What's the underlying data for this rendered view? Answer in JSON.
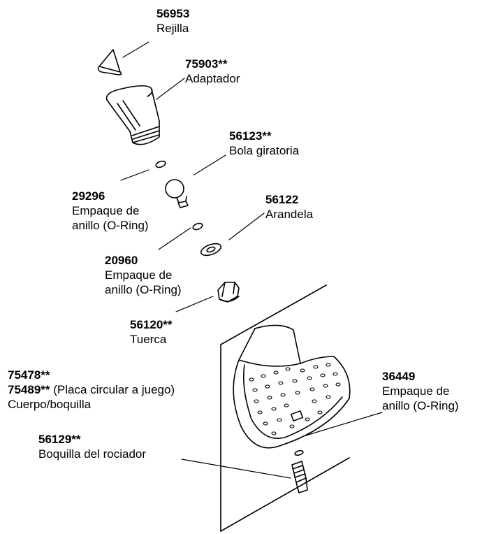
{
  "parts": {
    "screen": {
      "number": "56953",
      "name": "Rejilla"
    },
    "adapter": {
      "number": "75903**",
      "name": "Adaptador"
    },
    "swivel_ball": {
      "number": "56123**",
      "name": "Bola giratoria"
    },
    "oring_upper": {
      "number": "29296",
      "line1": "Empaque de",
      "line2": "anillo (O-Ring)"
    },
    "washer": {
      "number": "56122",
      "name": "Arandela"
    },
    "oring_lower": {
      "number": "20960",
      "line1": "Empaque de",
      "line2": "anillo (O-Ring)"
    },
    "nut": {
      "number": "56120**",
      "name": "Tuerca"
    },
    "body": {
      "number1": "75478**",
      "number2": "75489**",
      "note": " (Placa circular a juego)",
      "name": "Cuerpo/boquilla"
    },
    "oring_right": {
      "number": "36449",
      "line1": "Empaque de",
      "line2": "anillo (O-Ring)"
    },
    "spray_nozzle": {
      "number": "56129**",
      "name": "Boquilla del rociador"
    }
  },
  "colors": {
    "ink": "#000000",
    "paper": "#ffffff"
  }
}
